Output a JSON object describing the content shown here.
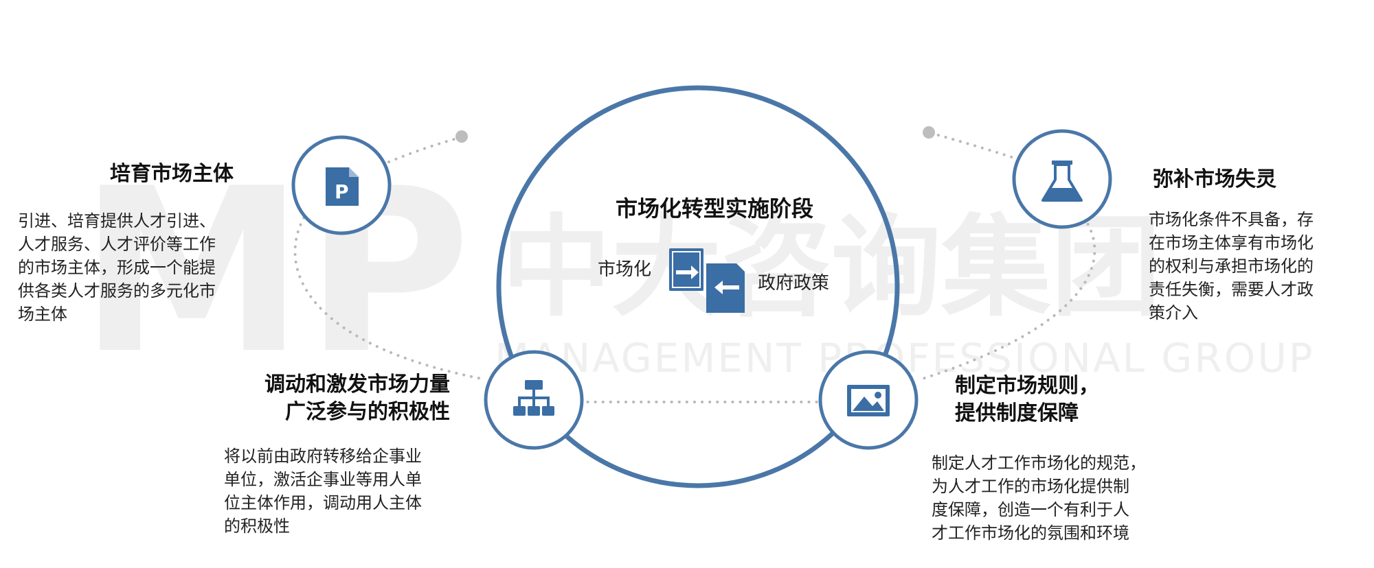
{
  "colors": {
    "accent": "#3a6ea5",
    "ring": "#4a77a8",
    "dots": "#b8b8b8",
    "watermark": "#efefef"
  },
  "watermark": {
    "logo": "MP",
    "chinese": "中大咨询集团",
    "english": "MANAGEMENT PROFESSIONAL GROUP"
  },
  "center": {
    "title": "市场化转型实施阶段",
    "left_label": "市场化",
    "right_label": "政府政策",
    "icon": "document-exchange-icon"
  },
  "nodes": {
    "top_left": {
      "icon": "ppt-document-icon",
      "icon_letter": "P",
      "title": [
        "培育市场主体"
      ],
      "body": [
        "引进、培育提供人才引进、",
        "人才服务、人才评价等工作",
        "的市场主体，形成一个能提",
        "供各类人才服务的多元化市",
        "场主体"
      ]
    },
    "top_right": {
      "icon": "flask-icon",
      "title": [
        "弥补市场失灵"
      ],
      "body": [
        "市场化条件不具备，存",
        "在市场主体享有市场化",
        "的权利与承担市场化的",
        "责任失衡，需要人才政",
        "策介入"
      ]
    },
    "bottom_left": {
      "icon": "org-chart-icon",
      "title": [
        "调动和激发市场力量",
        "广泛参与的积极性"
      ],
      "body": [
        "将以前由政府转移给企事业",
        "单位，激活企事业等用人单",
        "位主体作用，调动用人主体",
        "的积极性"
      ]
    },
    "bottom_right": {
      "icon": "image-icon",
      "title": [
        "制定市场规则，",
        "提供制度保障"
      ],
      "body": [
        "制定人才工作市场化的规范，",
        "为人才工作的市场化提供制",
        "度保障，创造一个有利于人",
        "才工作市场化的氛围和环境"
      ]
    }
  }
}
